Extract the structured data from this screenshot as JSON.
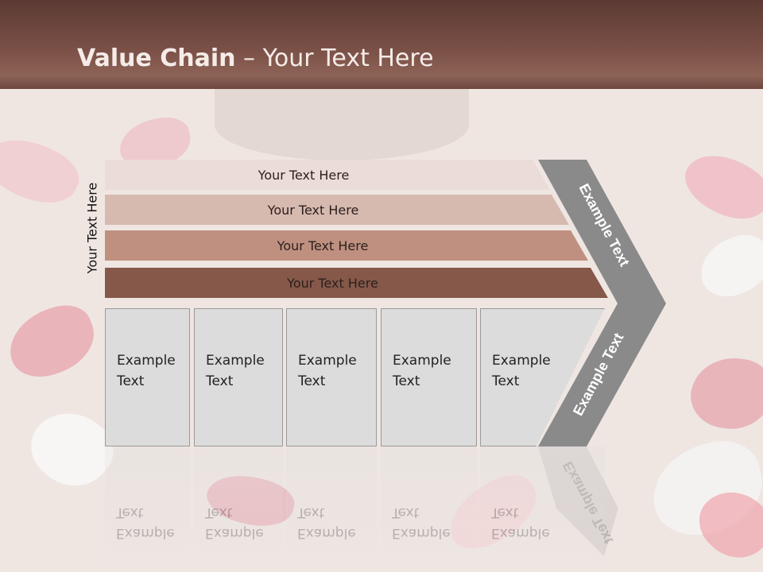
{
  "title": {
    "bold": "Value Chain",
    "rest": " – Your Text Here"
  },
  "side_label": "Your Text Here",
  "bars": [
    {
      "label": "Your Text Here",
      "color": "#ecdcd8"
    },
    {
      "label": "Your Text Here",
      "color": "#d6b9af"
    },
    {
      "label": "Your Text Here",
      "color": "#bf9080"
    },
    {
      "label": "Your Text Here",
      "color": "#86584a"
    }
  ],
  "boxes": [
    {
      "line1": "Example",
      "line2": "Text"
    },
    {
      "line1": "Example",
      "line2": "Text"
    },
    {
      "line1": "Example",
      "line2": "Text"
    },
    {
      "line1": "Example",
      "line2": "Text"
    },
    {
      "line1": "Example",
      "line2": "Text"
    }
  ],
  "chevron": {
    "upper": "Example Text",
    "lower": "Example Text",
    "color": "#8a8a8a"
  },
  "header_color": "#6e463d"
}
